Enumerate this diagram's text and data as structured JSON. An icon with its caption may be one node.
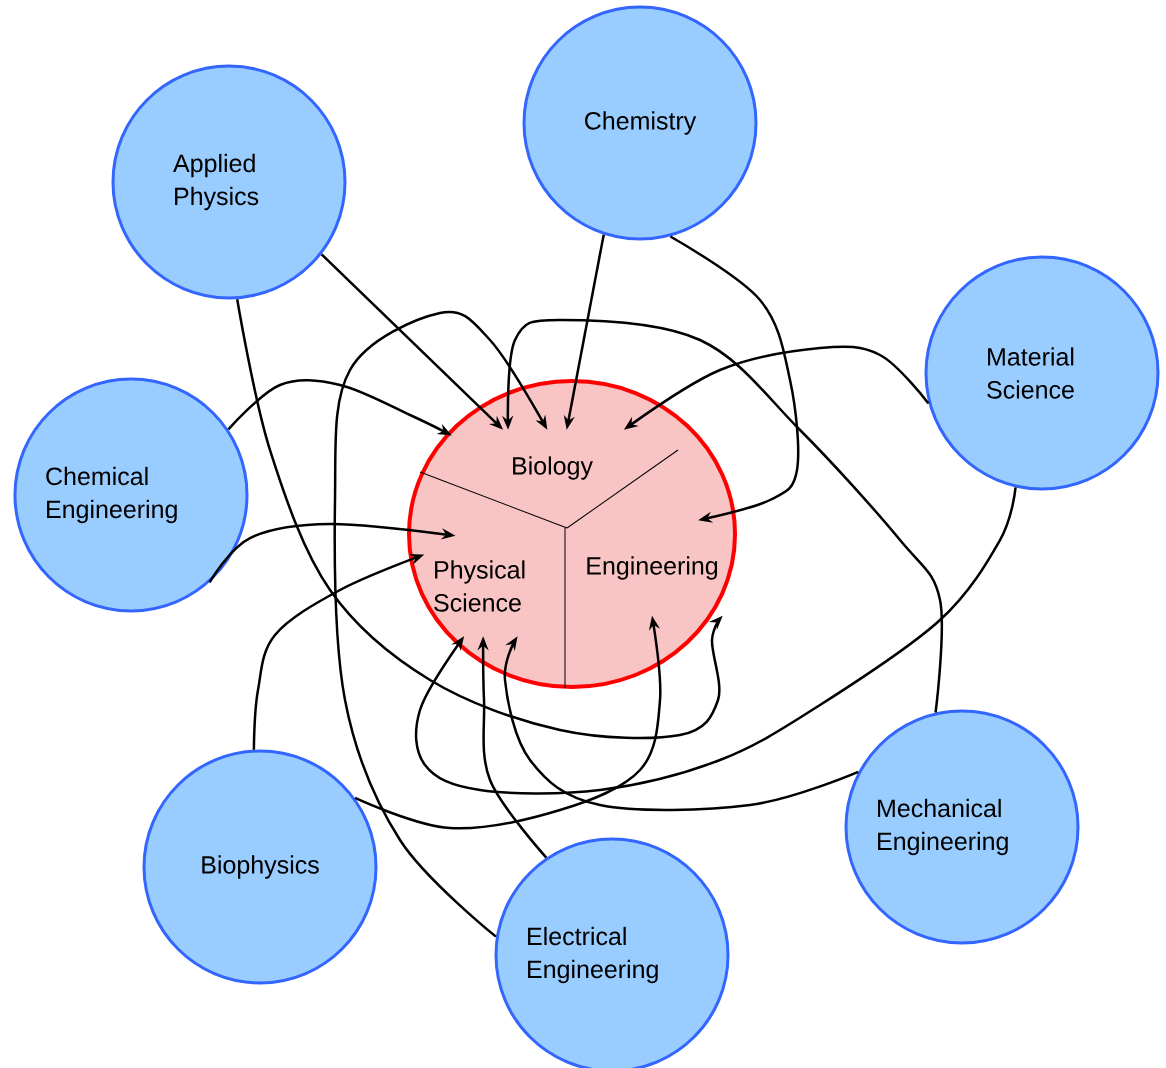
{
  "diagram": {
    "nodes": [
      {
        "text": [
          "Chemistry"
        ]
      },
      {
        "text": [
          "Applied Physics"
        ]
      },
      {
        "text": [
          "Material Science"
        ]
      },
      {
        "text": [],
        "shape": "circle"
      },
      {
        "text": [
          "Biology"
        ],
        "in": 3
      },
      {
        "text": [
          "Chemical Engineering"
        ]
      },
      {
        "text": [
          "Physical Science"
        ],
        "in": 3
      },
      {
        "text": [
          "Engineering"
        ],
        "in": 3
      },
      {
        "text": [
          "Mechanical Engineering"
        ]
      },
      {
        "text": [
          "Biophysics"
        ]
      },
      {
        "text": [
          "Electrical Engineering"
        ]
      }
    ],
    "edges": [
      {
        "from": 1,
        "to": 4,
        "arrow": "to"
      },
      {
        "from": 1,
        "to": 7,
        "arrow": "to"
      },
      {
        "from": 0,
        "to": 4,
        "arrow": "to"
      },
      {
        "from": 0,
        "to": 7,
        "arrow": "to"
      },
      {
        "from": 2,
        "to": 4,
        "arrow": "to"
      },
      {
        "from": 2,
        "to": 6,
        "arrow": "to"
      },
      {
        "from": 5,
        "to": 4,
        "arrow": "to"
      },
      {
        "from": 5,
        "to": 6,
        "arrow": "to"
      },
      {
        "from": 9,
        "to": 6,
        "arrow": "to"
      },
      {
        "from": 9,
        "to": 7,
        "arrow": "to"
      },
      {
        "from": 10,
        "to": 4,
        "arrow": "to"
      },
      {
        "from": 10,
        "to": 6,
        "arrow": "to"
      },
      {
        "from": 8,
        "to": 4,
        "arrow": "to"
      },
      {
        "from": 8,
        "to": 6,
        "arrow": "to"
      }
    ]
  }
}
